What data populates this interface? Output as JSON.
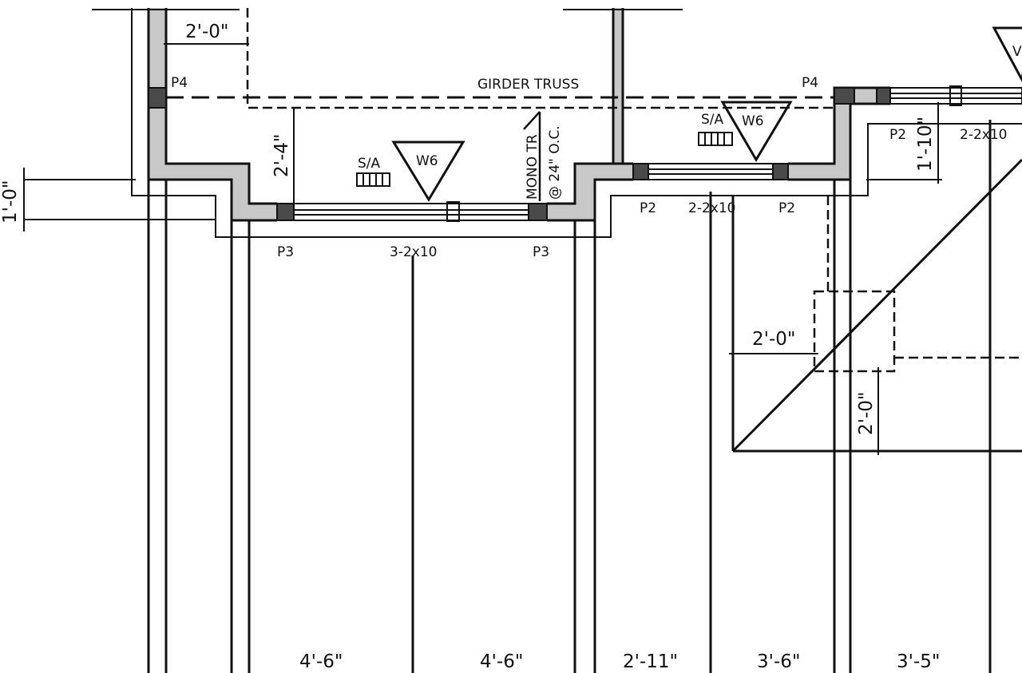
{
  "colors": {
    "line": "#111111",
    "wall_fill": "#c8c8c8",
    "post_fill": "#4a4a4a",
    "background": "#ffffff"
  },
  "labels": {
    "girder_truss": "GIRDER TRUSS",
    "post_p4_left": "P4",
    "post_p4_right": "P4",
    "post_p3_left": "P3",
    "post_p3_right": "P3",
    "beam_3_2x10": "3-2x10",
    "post_p2_a": "P2",
    "beam_2_2x10_a": "2-2x10",
    "post_p2_b": "P2",
    "post_p2_c": "P2",
    "beam_2_2x10_b": "2-2x10",
    "sa_left": "S/A",
    "sa_right": "S/A",
    "w6_left": "W6",
    "w6_right": "W6",
    "w_partial": "V",
    "mono_truss": "MONO TR",
    "mono_spacing": "@ 24\" O.C."
  },
  "dimensions": {
    "top_left": "2'-0\"",
    "left_vertical": "2'-4\"",
    "far_left": "1'-0\"",
    "right_vertical": "1'-10\"",
    "stair_horizontal": "2'-0\"",
    "stair_vertical": "2'-0\"",
    "bottom": [
      "4'-6\"",
      "4'-6\"",
      "2'-11\"",
      "3'-6\"",
      "3'-5\""
    ]
  }
}
